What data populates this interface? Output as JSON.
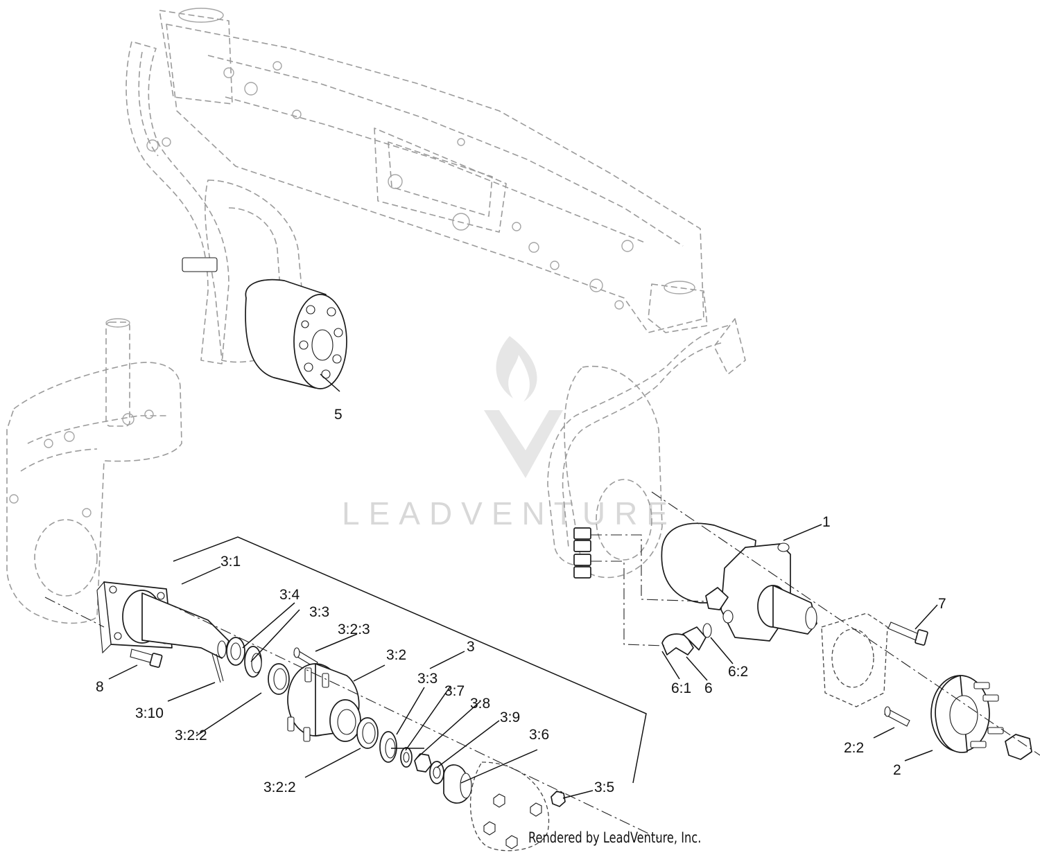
{
  "watermark": {
    "brand": "LEADVENTURE"
  },
  "credit": "Rendered by LeadVenture, Inc.",
  "callouts": {
    "c1": "1",
    "c2": "2",
    "c2_2": "2:2",
    "c3": "3",
    "c3_1": "3:1",
    "c3_2": "3:2",
    "c3_2_2a": "3:2:2",
    "c3_2_2b": "3:2:2",
    "c3_2_3": "3:2:3",
    "c3_3a": "3:3",
    "c3_3b": "3:3",
    "c3_4": "3:4",
    "c3_5": "3:5",
    "c3_6": "3:6",
    "c3_7": "3:7",
    "c3_8": "3:8",
    "c3_9": "3:9",
    "c3_10": "3:10",
    "c5": "5",
    "c6": "6",
    "c6_1": "6:1",
    "c6_2": "6:2",
    "c7": "7",
    "c8": "8"
  },
  "colors": {
    "line": "#1a1a1a",
    "ghost": "#9a9a9a",
    "watermark": "#d8d8d8"
  }
}
